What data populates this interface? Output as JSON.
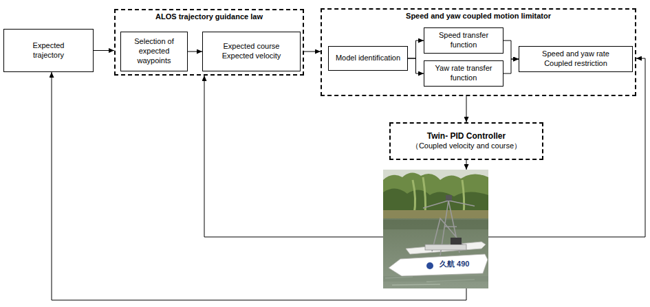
{
  "diagram": {
    "nodes": [
      {
        "text": [
          "Expected trajectory"
        ]
      },
      {
        "text": [
          "ALOS trajectory guidance law"
        ]
      },
      {
        "text": [
          "Selection of expected waypoints"
        ],
        "in": 1
      },
      {
        "text": [
          "Expected course Expected velocity"
        ],
        "in": 1
      },
      {
        "text": [
          "Speed and yaw coupled motion limitator"
        ]
      },
      {
        "text": [
          "Model identification"
        ],
        "in": 4
      },
      {
        "text": [
          "Speed transfer function"
        ],
        "in": 4
      },
      {
        "text": [
          "Yaw rate transfer function"
        ],
        "in": 4
      },
      {
        "text": [
          "Speed and yaw rate Coupled restriction"
        ],
        "in": 4
      },
      {
        "text": [
          "Twin- PID Controller",
          "（Coupled velocity and course）"
        ]
      },
      {
        "text": [
          "久航 490"
        ]
      }
    ],
    "edges": [
      {
        "from": 0,
        "to": 1,
        "arrow": "to"
      },
      {
        "from": 2,
        "to": 3,
        "arrow": "to"
      },
      {
        "from": 1,
        "to": 4,
        "arrow": "to"
      },
      {
        "from": 5,
        "to": 6,
        "arrow": "to"
      },
      {
        "from": 5,
        "to": 7,
        "arrow": "to"
      },
      {
        "from": 6,
        "to": 8,
        "arrow": "to"
      },
      {
        "from": 7,
        "to": 8,
        "arrow": "to"
      },
      {
        "from": 4,
        "to": 9,
        "arrow": "to"
      },
      {
        "from": 9,
        "to": 10,
        "arrow": "to"
      },
      {
        "from": 10,
        "to": 1,
        "arrow": "to"
      },
      {
        "from": 10,
        "to": 4,
        "arrow": "to"
      },
      {
        "from": 10,
        "to": 0,
        "arrow": "to"
      }
    ]
  }
}
